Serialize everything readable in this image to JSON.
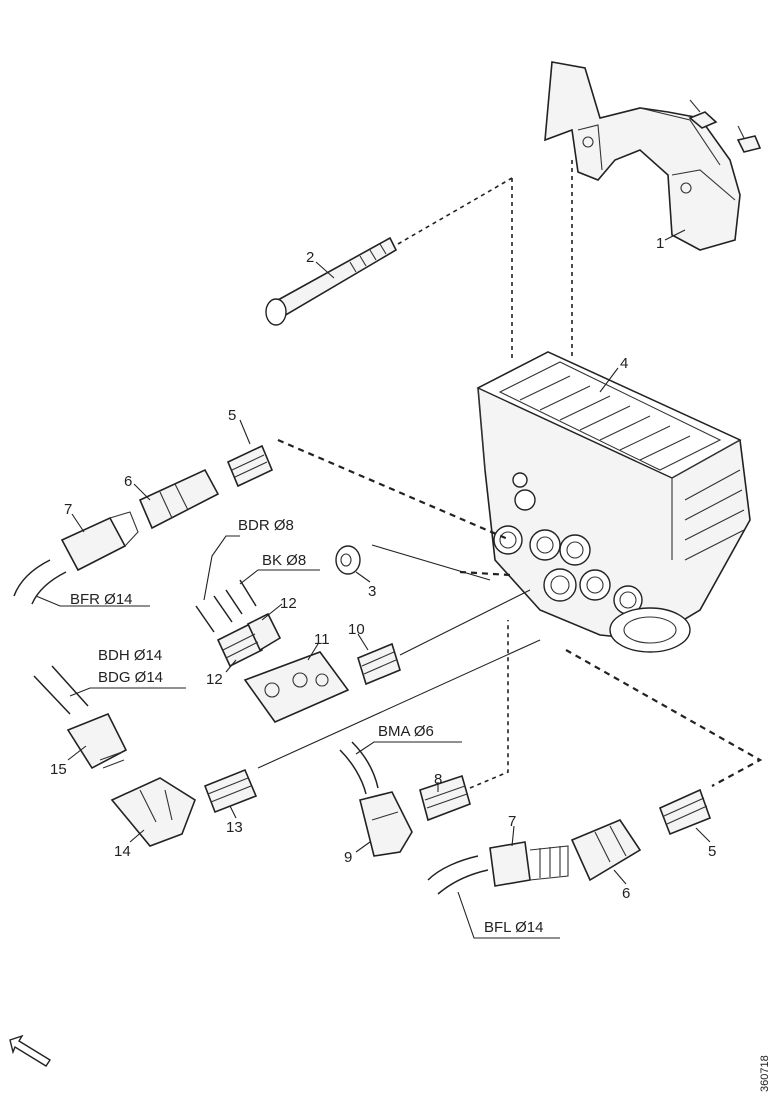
{
  "callouts": {
    "c1": "1",
    "c2": "2",
    "c3": "3",
    "c4": "4",
    "c5a": "5",
    "c5b": "5",
    "c6a": "6",
    "c6b": "6",
    "c7a": "7",
    "c7b": "7",
    "c8": "8",
    "c9": "9",
    "c10": "10",
    "c11": "11",
    "c12a": "12",
    "c12b": "12",
    "c13": "13",
    "c14": "14",
    "c15": "15"
  },
  "pipes": {
    "bfr": "BFR Ø14",
    "bdr": "BDR Ø8",
    "bk": "BK Ø8",
    "bdh": "BDH Ø14",
    "bdg": "BDG Ø14",
    "bma": "BMA Ø6",
    "bfl": "BFL Ø14"
  },
  "drawing_ref": "360718"
}
